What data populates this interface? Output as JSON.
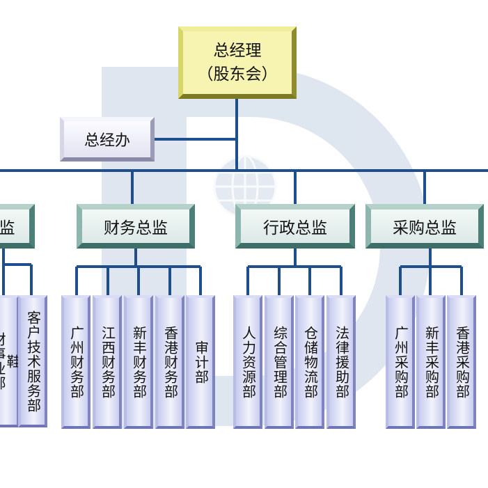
{
  "top": {
    "line1": "总经理",
    "line2": "（股东会）"
  },
  "office": "总经办",
  "directors": [
    "监",
    "财务总监",
    "行政总监",
    "采购总监"
  ],
  "departments": {
    "left": [
      "鞋\n材事业部",
      "客户技术服务部"
    ],
    "finance": [
      "广州财务部",
      "江西财务部",
      "新丰财务部",
      "香港财务部",
      "审计部"
    ],
    "admin": [
      "人力资源部",
      "综合管理部",
      "仓储物流部",
      "法律援助部"
    ],
    "purchasing": [
      "广州采购部",
      "新丰采购部",
      "香港采购部"
    ]
  },
  "colors": {
    "line": "#1f4e8c",
    "watermark": "#c9d6e6",
    "top_fill": "#f6f4b0",
    "director_fill": "#e6f0ee",
    "dept_fill": "#dfe2f6"
  }
}
